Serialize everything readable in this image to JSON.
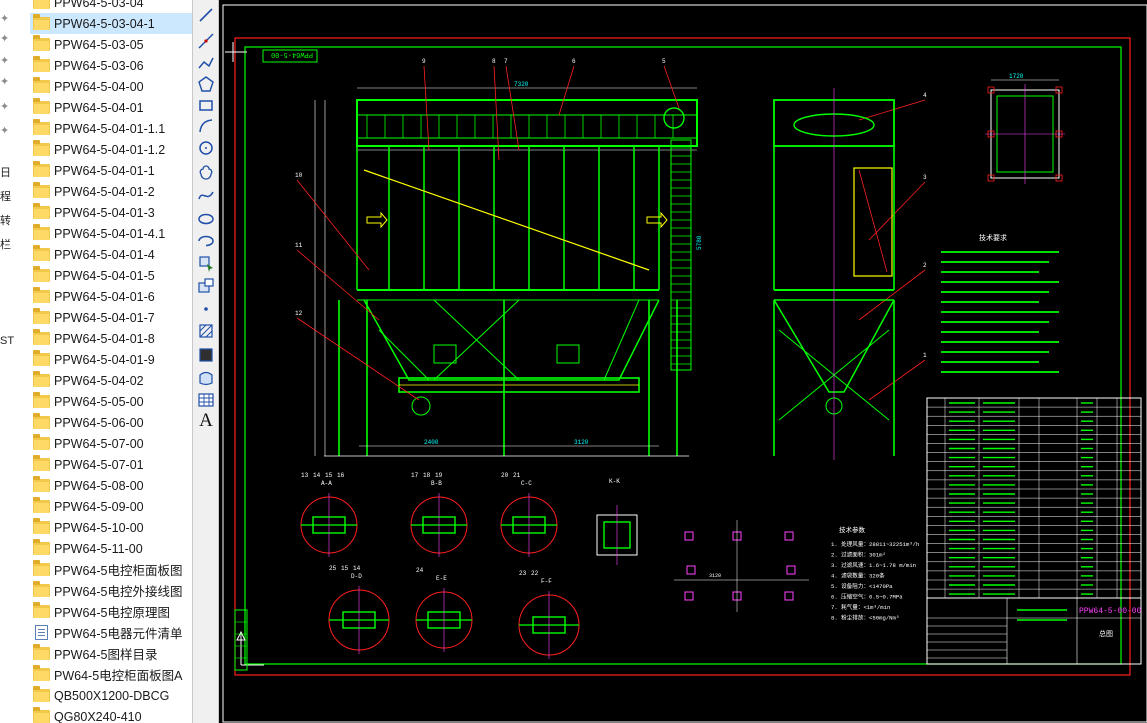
{
  "file_list": {
    "items": [
      {
        "name": "PPW64-5-03-04",
        "type": "folder"
      },
      {
        "name": "PPW64-5-03-04-1",
        "type": "folder",
        "selected": true
      },
      {
        "name": "PPW64-5-03-05",
        "type": "folder"
      },
      {
        "name": "PPW64-5-03-06",
        "type": "folder"
      },
      {
        "name": "PPW64-5-04-00",
        "type": "folder"
      },
      {
        "name": "PPW64-5-04-01",
        "type": "folder"
      },
      {
        "name": "PPW64-5-04-01-1.1",
        "type": "folder"
      },
      {
        "name": "PPW64-5-04-01-1.2",
        "type": "folder"
      },
      {
        "name": "PPW64-5-04-01-1",
        "type": "folder"
      },
      {
        "name": "PPW64-5-04-01-2",
        "type": "folder"
      },
      {
        "name": "PPW64-5-04-01-3",
        "type": "folder"
      },
      {
        "name": "PPW64-5-04-01-4.1",
        "type": "folder"
      },
      {
        "name": "PPW64-5-04-01-4",
        "type": "folder"
      },
      {
        "name": "PPW64-5-04-01-5",
        "type": "folder"
      },
      {
        "name": "PPW64-5-04-01-6",
        "type": "folder"
      },
      {
        "name": "PPW64-5-04-01-7",
        "type": "folder"
      },
      {
        "name": "PPW64-5-04-01-8",
        "type": "folder"
      },
      {
        "name": "PPW64-5-04-01-9",
        "type": "folder"
      },
      {
        "name": "PPW64-5-04-02",
        "type": "folder"
      },
      {
        "name": "PPW64-5-05-00",
        "type": "folder"
      },
      {
        "name": "PPW64-5-06-00",
        "type": "folder"
      },
      {
        "name": "PPW64-5-07-00",
        "type": "folder"
      },
      {
        "name": "PPW64-5-07-01",
        "type": "folder"
      },
      {
        "name": "PPW64-5-08-00",
        "type": "folder"
      },
      {
        "name": "PPW64-5-09-00",
        "type": "folder"
      },
      {
        "name": "PPW64-5-10-00",
        "type": "folder"
      },
      {
        "name": "PPW64-5-11-00",
        "type": "folder"
      },
      {
        "name": "PPW64-5电控柜面板图",
        "type": "folder"
      },
      {
        "name": "PPW64-5电控外接线图",
        "type": "folder"
      },
      {
        "name": "PPW64-5电控原理图",
        "type": "folder"
      },
      {
        "name": "PPW64-5电器元件清单",
        "type": "doc"
      },
      {
        "name": "PPW64-5图样目录",
        "type": "folder"
      },
      {
        "name": "PW64-5电控柜面板图A",
        "type": "folder"
      },
      {
        "name": "QB500X1200-DBCG",
        "type": "folder"
      },
      {
        "name": "QG80X240-410",
        "type": "folder"
      }
    ],
    "side_fragments": [
      "日",
      "程",
      "转",
      "栏",
      "ST"
    ]
  },
  "toolbar": {
    "tools": [
      {
        "name": "line",
        "label": ""
      },
      {
        "name": "construction-line",
        "label": ""
      },
      {
        "name": "polyline",
        "label": ""
      },
      {
        "name": "polygon",
        "label": ""
      },
      {
        "name": "rectangle",
        "label": ""
      },
      {
        "name": "arc",
        "label": ""
      },
      {
        "name": "circle",
        "label": ""
      },
      {
        "name": "revision-cloud",
        "label": ""
      },
      {
        "name": "spline",
        "label": ""
      },
      {
        "name": "ellipse",
        "label": ""
      },
      {
        "name": "ellipse-arc",
        "label": ""
      },
      {
        "name": "insert-block",
        "label": ""
      },
      {
        "name": "make-block",
        "label": ""
      },
      {
        "name": "point",
        "label": ""
      },
      {
        "name": "hatch",
        "label": ""
      },
      {
        "name": "gradient",
        "label": ""
      },
      {
        "name": "region",
        "label": ""
      },
      {
        "name": "table",
        "label": ""
      },
      {
        "name": "multiline-text",
        "label": "A"
      }
    ]
  },
  "drawing": {
    "frame_label": "PPW64-5-00",
    "drawing_number": "PPW64-5-00-00",
    "title_block": "总图",
    "view_labels": [
      "A-A",
      "B-B",
      "C-C",
      "D-D",
      "E-E",
      "F-F",
      "K-K"
    ],
    "part_balloons": [
      "1",
      "2",
      "3",
      "4",
      "5",
      "6",
      "7",
      "8",
      "9",
      "10",
      "11",
      "12",
      "13",
      "14",
      "15",
      "16",
      "17",
      "18",
      "19",
      "20",
      "21",
      "22",
      "23",
      "24",
      "25"
    ],
    "dimensions": [
      "7320",
      "5780",
      "3320",
      "3120",
      "2400",
      "1720"
    ],
    "notes_title": "技术要求",
    "spec_title": "技术参数",
    "spec_lines": [
      "1. 处理风量：28811~32251m³/h",
      "2. 过滤面积：301m²",
      "3. 过滤风速：1.6~1.78 m/min",
      "4. 滤袋数量：320条",
      "5. 设备阻力：<1470Pa",
      "6. 压缩空气：0.5~0.7MPa",
      "7. 耗气量：<1m³/min",
      "8. 粉尘排放：<50mg/Nm³"
    ]
  },
  "colors": {
    "canvas_bg": "#000000",
    "frame": "#00ff00",
    "outer_frame": "#ff2020",
    "hatch": "#ffff00",
    "center_line": "#ff40ff",
    "text": "#ffffff",
    "dim": "#00ffff",
    "selection": "#cce8ff"
  }
}
